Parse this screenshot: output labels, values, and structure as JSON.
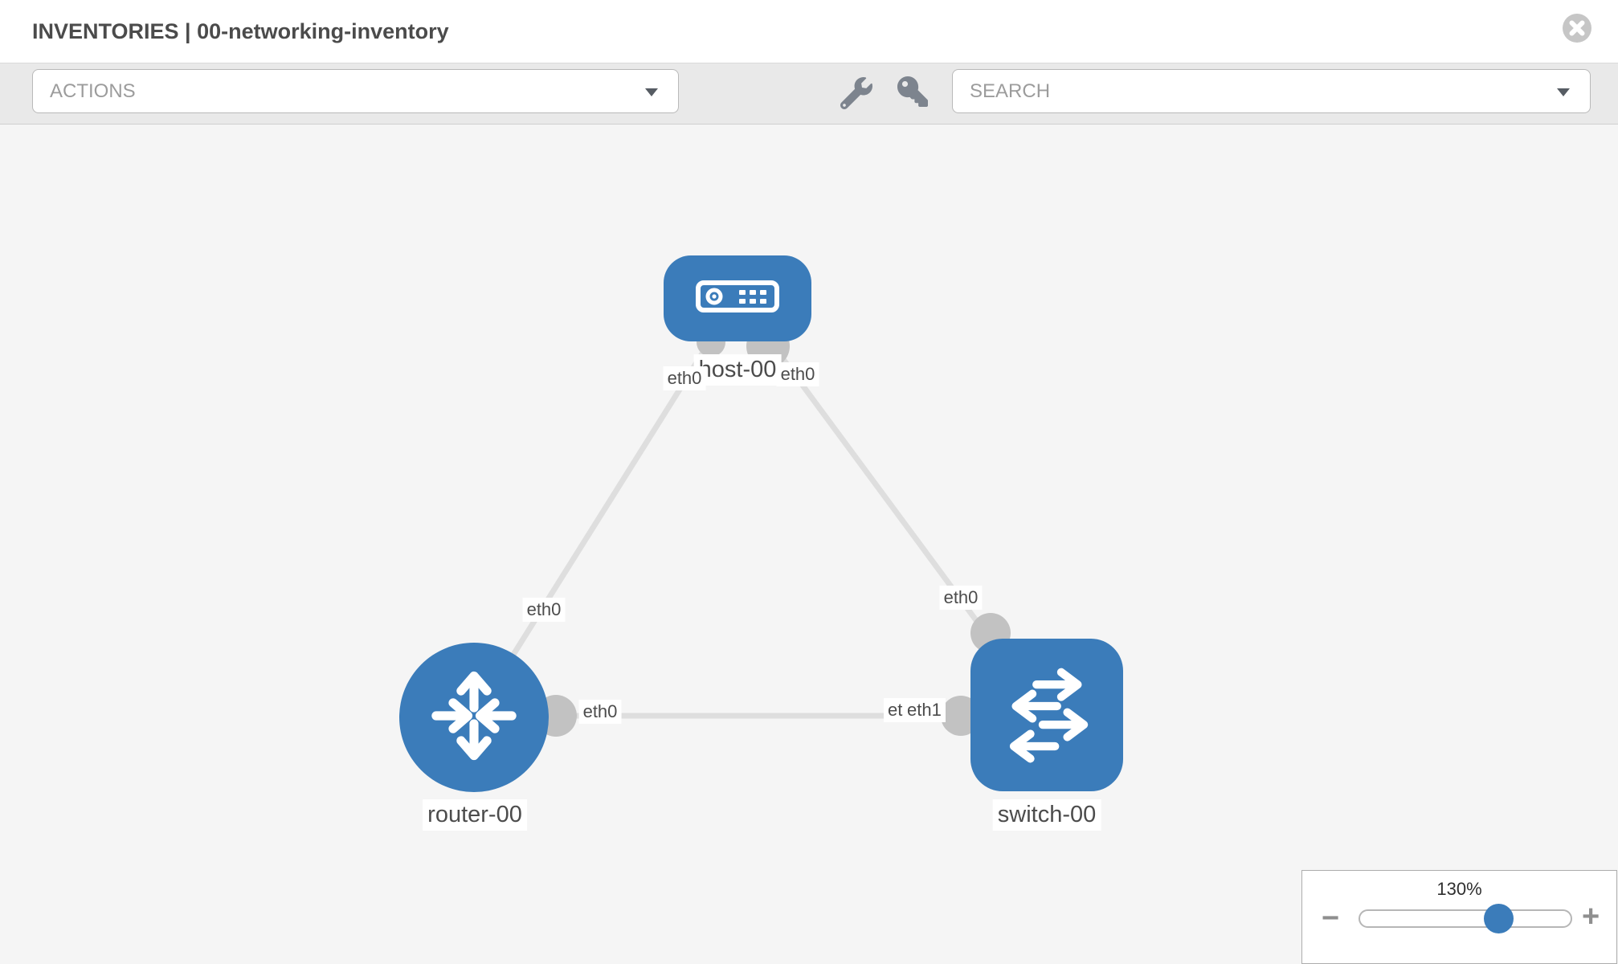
{
  "header": {
    "title": "INVENTORIES | 00-networking-inventory"
  },
  "toolbar": {
    "actions_label": "ACTIONS",
    "search_placeholder": "SEARCH"
  },
  "canvas": {
    "nodes": [
      {
        "id": "host-00",
        "type": "host",
        "label": "host-00"
      },
      {
        "id": "router-00",
        "type": "router",
        "label": "router-00"
      },
      {
        "id": "switch-00",
        "type": "switch",
        "label": "switch-00"
      }
    ],
    "links": [
      {
        "from": "host-00",
        "to": "router-00",
        "labels": {
          "host_end": "eth0",
          "router_end": "eth0"
        }
      },
      {
        "from": "host-00",
        "to": "switch-00",
        "labels": {
          "host_end": "eth0",
          "switch_end": "eth0"
        }
      },
      {
        "from": "router-00",
        "to": "switch-00",
        "labels": {
          "router_end": "eth0",
          "switch_end_back": "eth0",
          "switch_end_front": "eth1"
        }
      }
    ]
  },
  "zoom_control": {
    "level": "130%",
    "minus_label": "−",
    "plus_label": "+"
  },
  "colors": {
    "node_blue": "#3b7cba",
    "link_gray": "#dedede",
    "connector_gray": "#c2c2c2",
    "toolbar_gray": "#e9e9e9",
    "canvas_gray": "#f5f5f5"
  }
}
